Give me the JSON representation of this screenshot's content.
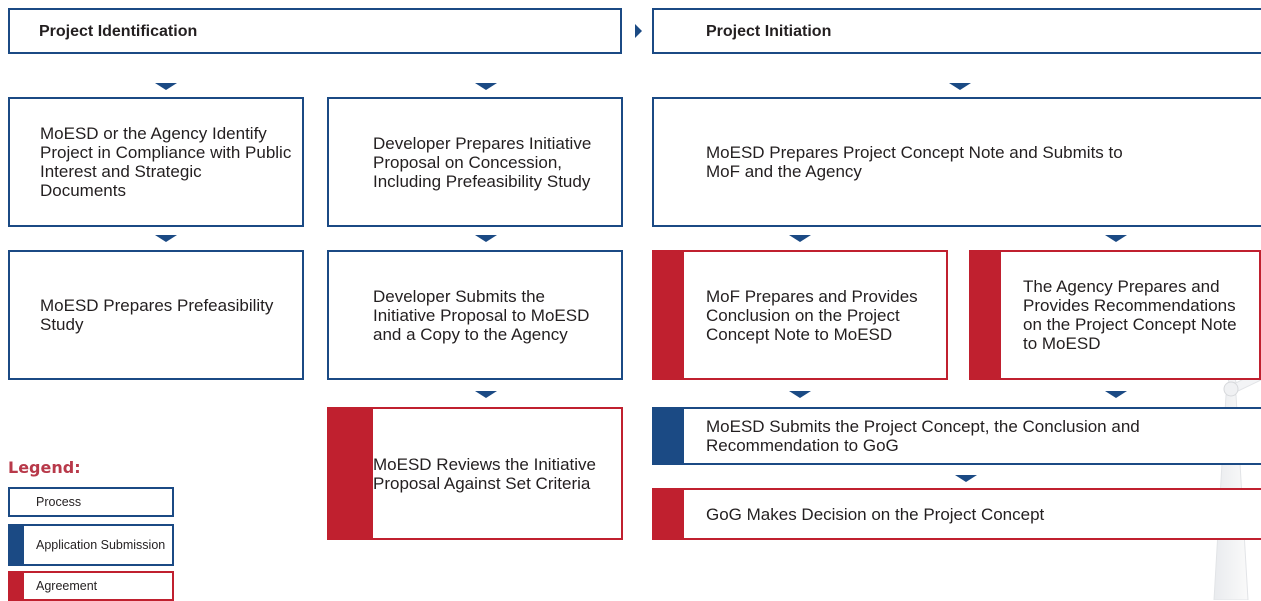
{
  "headers": {
    "identification": "Project Identification",
    "initiation": "Project Initiation"
  },
  "boxes": {
    "moesd_identify": "MoESD or the Agency Identify Project in Compliance with Public Interest and Strategic Documents",
    "developer_prepares": "Developer Prepares Initiative Proposal on Concession, Including Prefeasibility Study",
    "concept_note": "MoESD Prepares Project Concept Note and Submits to MoF and the Agency",
    "prefeasibility": "MoESD Prepares Prefeasibility Study",
    "developer_submits": "Developer Submits the Initiative Proposal to MoESD and a Copy to the Agency",
    "mof_conclusion": "MoF Prepares and Provides Conclusion on the Project Concept Note to MoESD",
    "agency_recommend": "The Agency Prepares and Provides Recommendations on the Project Concept Note to MoESD",
    "moesd_reviews": "MoESD Reviews the Initiative Proposal Against Set Criteria",
    "submit_gog": "MoESD Submits the Project Concept, the Conclusion and Recommendation to GoG",
    "gog_decision": "GoG Makes Decision on the Project Concept"
  },
  "legend": {
    "title": "Legend:",
    "process": "Process",
    "application": "Application Submission",
    "agreement": "Agreement"
  },
  "colors": {
    "blue": "#1b4a84",
    "red": "#c0202f",
    "legend_title": "#b8394a"
  }
}
